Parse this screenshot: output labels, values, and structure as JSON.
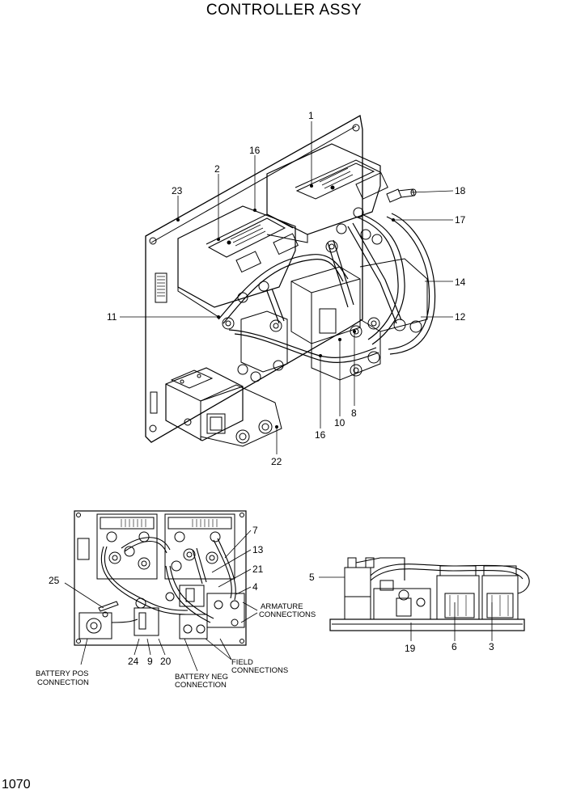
{
  "title": "CONTROLLER ASSY",
  "page_number": "1070",
  "top_view": {
    "callouts": {
      "c1": "1",
      "c2": "2",
      "c16a": "16",
      "c23": "23",
      "c18": "18",
      "c17": "17",
      "c14": "14",
      "c11": "11",
      "c12": "12",
      "c8": "8",
      "c10": "10",
      "c16b": "16",
      "c22": "22"
    }
  },
  "bottom_left_view": {
    "callouts": {
      "c7": "7",
      "c13": "13",
      "c21": "21",
      "c4": "4",
      "c25": "25",
      "c24": "24",
      "c9": "9",
      "c20": "20"
    },
    "notes": {
      "armature_1": "ARMATURE",
      "armature_2": "CONNECTIONS",
      "field_1": "FIELD",
      "field_2": "CONNECTIONS",
      "bat_pos_1": "BATTERY POS",
      "bat_pos_2": "CONNECTION",
      "bat_neg_1": "BATTERY NEG",
      "bat_neg_2": "CONNECTION"
    }
  },
  "bottom_right_view": {
    "callouts": {
      "c5": "5",
      "c19": "19",
      "c6": "6",
      "c3": "3"
    }
  }
}
